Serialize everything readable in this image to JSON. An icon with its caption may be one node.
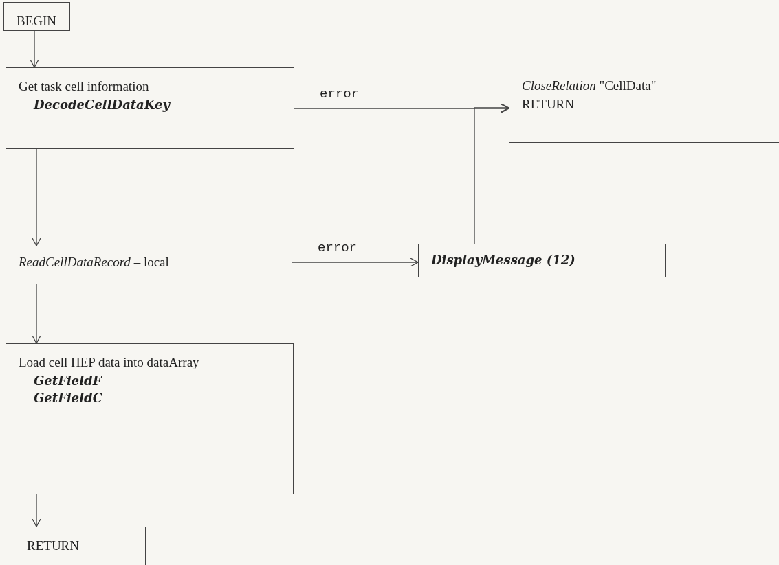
{
  "diagram": {
    "nodes": [
      {
        "text": [
          "BEGIN"
        ]
      },
      {
        "text": [
          "Get task cell information",
          "DecodeCellDataKey"
        ]
      },
      {
        "text": [
          "*CloseRelation*  \"CellData\"",
          "RETURN"
        ]
      },
      {
        "text": [
          "*ReadCellDataRecord* – local"
        ]
      },
      {
        "text": [
          "DisplayMessage (12)"
        ]
      },
      {
        "text": [
          "Load cell HEP data into dataArray",
          "GetFieldF",
          "GetFieldC"
        ]
      },
      {
        "text": [
          "RETURN"
        ]
      }
    ],
    "edges": [
      {
        "from": 0,
        "to": 1,
        "arrow": "to"
      },
      {
        "from": 1,
        "to": 2,
        "arrow": "to",
        "label": "error"
      },
      {
        "from": 1,
        "to": 3,
        "arrow": "to"
      },
      {
        "from": 3,
        "to": 4,
        "arrow": "to",
        "label": "error"
      },
      {
        "from": 4,
        "to": 2,
        "arrow": "to"
      },
      {
        "from": 3,
        "to": 5,
        "arrow": "to"
      },
      {
        "from": 5,
        "to": 6,
        "arrow": "to"
      }
    ]
  }
}
